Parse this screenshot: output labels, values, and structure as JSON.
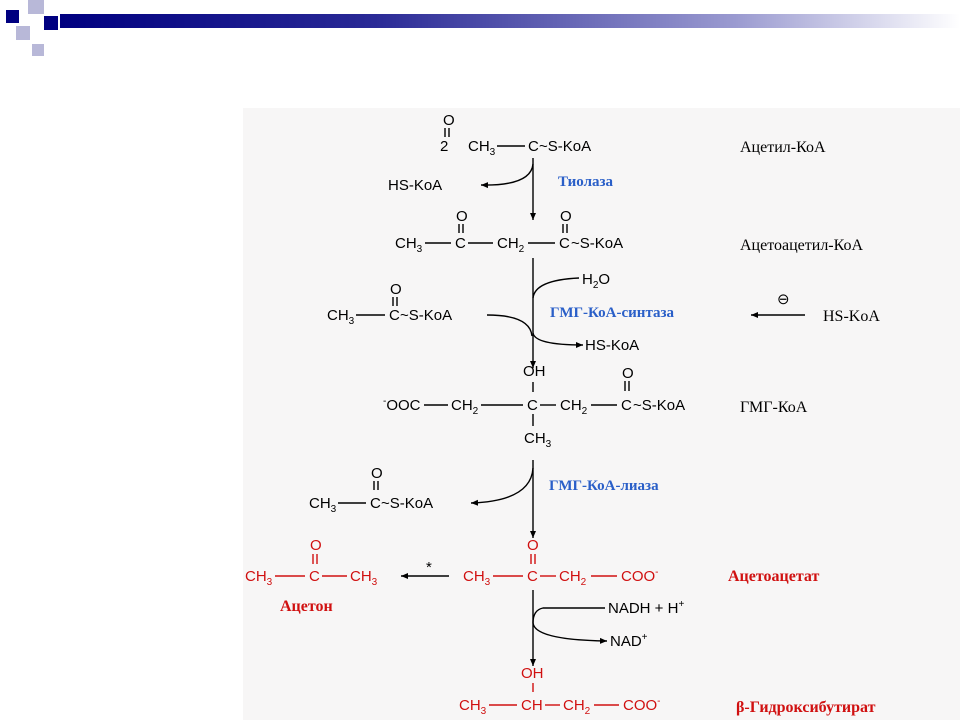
{
  "header": {
    "accent": "#000080"
  },
  "diagram": {
    "rows": {
      "acetyl": {
        "prefix": "2",
        "formula": "CH3–C(=O)~S-KoA",
        "name": "Ацетил-КоА"
      },
      "step1": {
        "released": "HS-KoA",
        "enzyme": "Тиолаза"
      },
      "acetoacetyl": {
        "formula": "CH3–C(=O)–CH2–C(=O)~S-KoA",
        "name": "Ацетоацетил-КоА"
      },
      "step2": {
        "water": "H2O",
        "substrate": "CH3–C(=O)~S-KoA",
        "enzyme": "ГМГ-КоА-синтаза",
        "inhibitor": "HS-KoA",
        "inhibit_sign": "⊖",
        "released": "HS-KoA"
      },
      "hmg": {
        "formula": "-OOC–CH2–C(OH)(CH3)–CH2–C(=O)~S-KoA",
        "name": "ГМГ-КоА"
      },
      "step3": {
        "released": "CH3–C(=O)~S-KoA",
        "enzyme": "ГМГ-КоА-лиаза"
      },
      "acetoacetate": {
        "formula": "CH3–C(=O)–CH2–COO-",
        "name": "Ацетоацетат"
      },
      "acetone": {
        "formula": "CH3–C(=O)–CH3",
        "name": "Ацетон",
        "arrow_mark": "*"
      },
      "step4": {
        "cofactor_in": "NADH + H+",
        "cofactor_out": "NAD+"
      },
      "hydroxybutyrate": {
        "formula": "CH3–CH(OH)–CH2–COO-",
        "name": "β-Гидроксибутират"
      }
    },
    "atoms": {
      "O": "O",
      "OH": "OH",
      "C": "C",
      "CH": "CH",
      "CH3": "CH",
      "CH2": "CH",
      "COO": "COO",
      "SKoA": "S-KoA",
      "OOC": "OOC",
      "minus": "-",
      "three": "3",
      "two": "2",
      "plus": "+"
    }
  }
}
